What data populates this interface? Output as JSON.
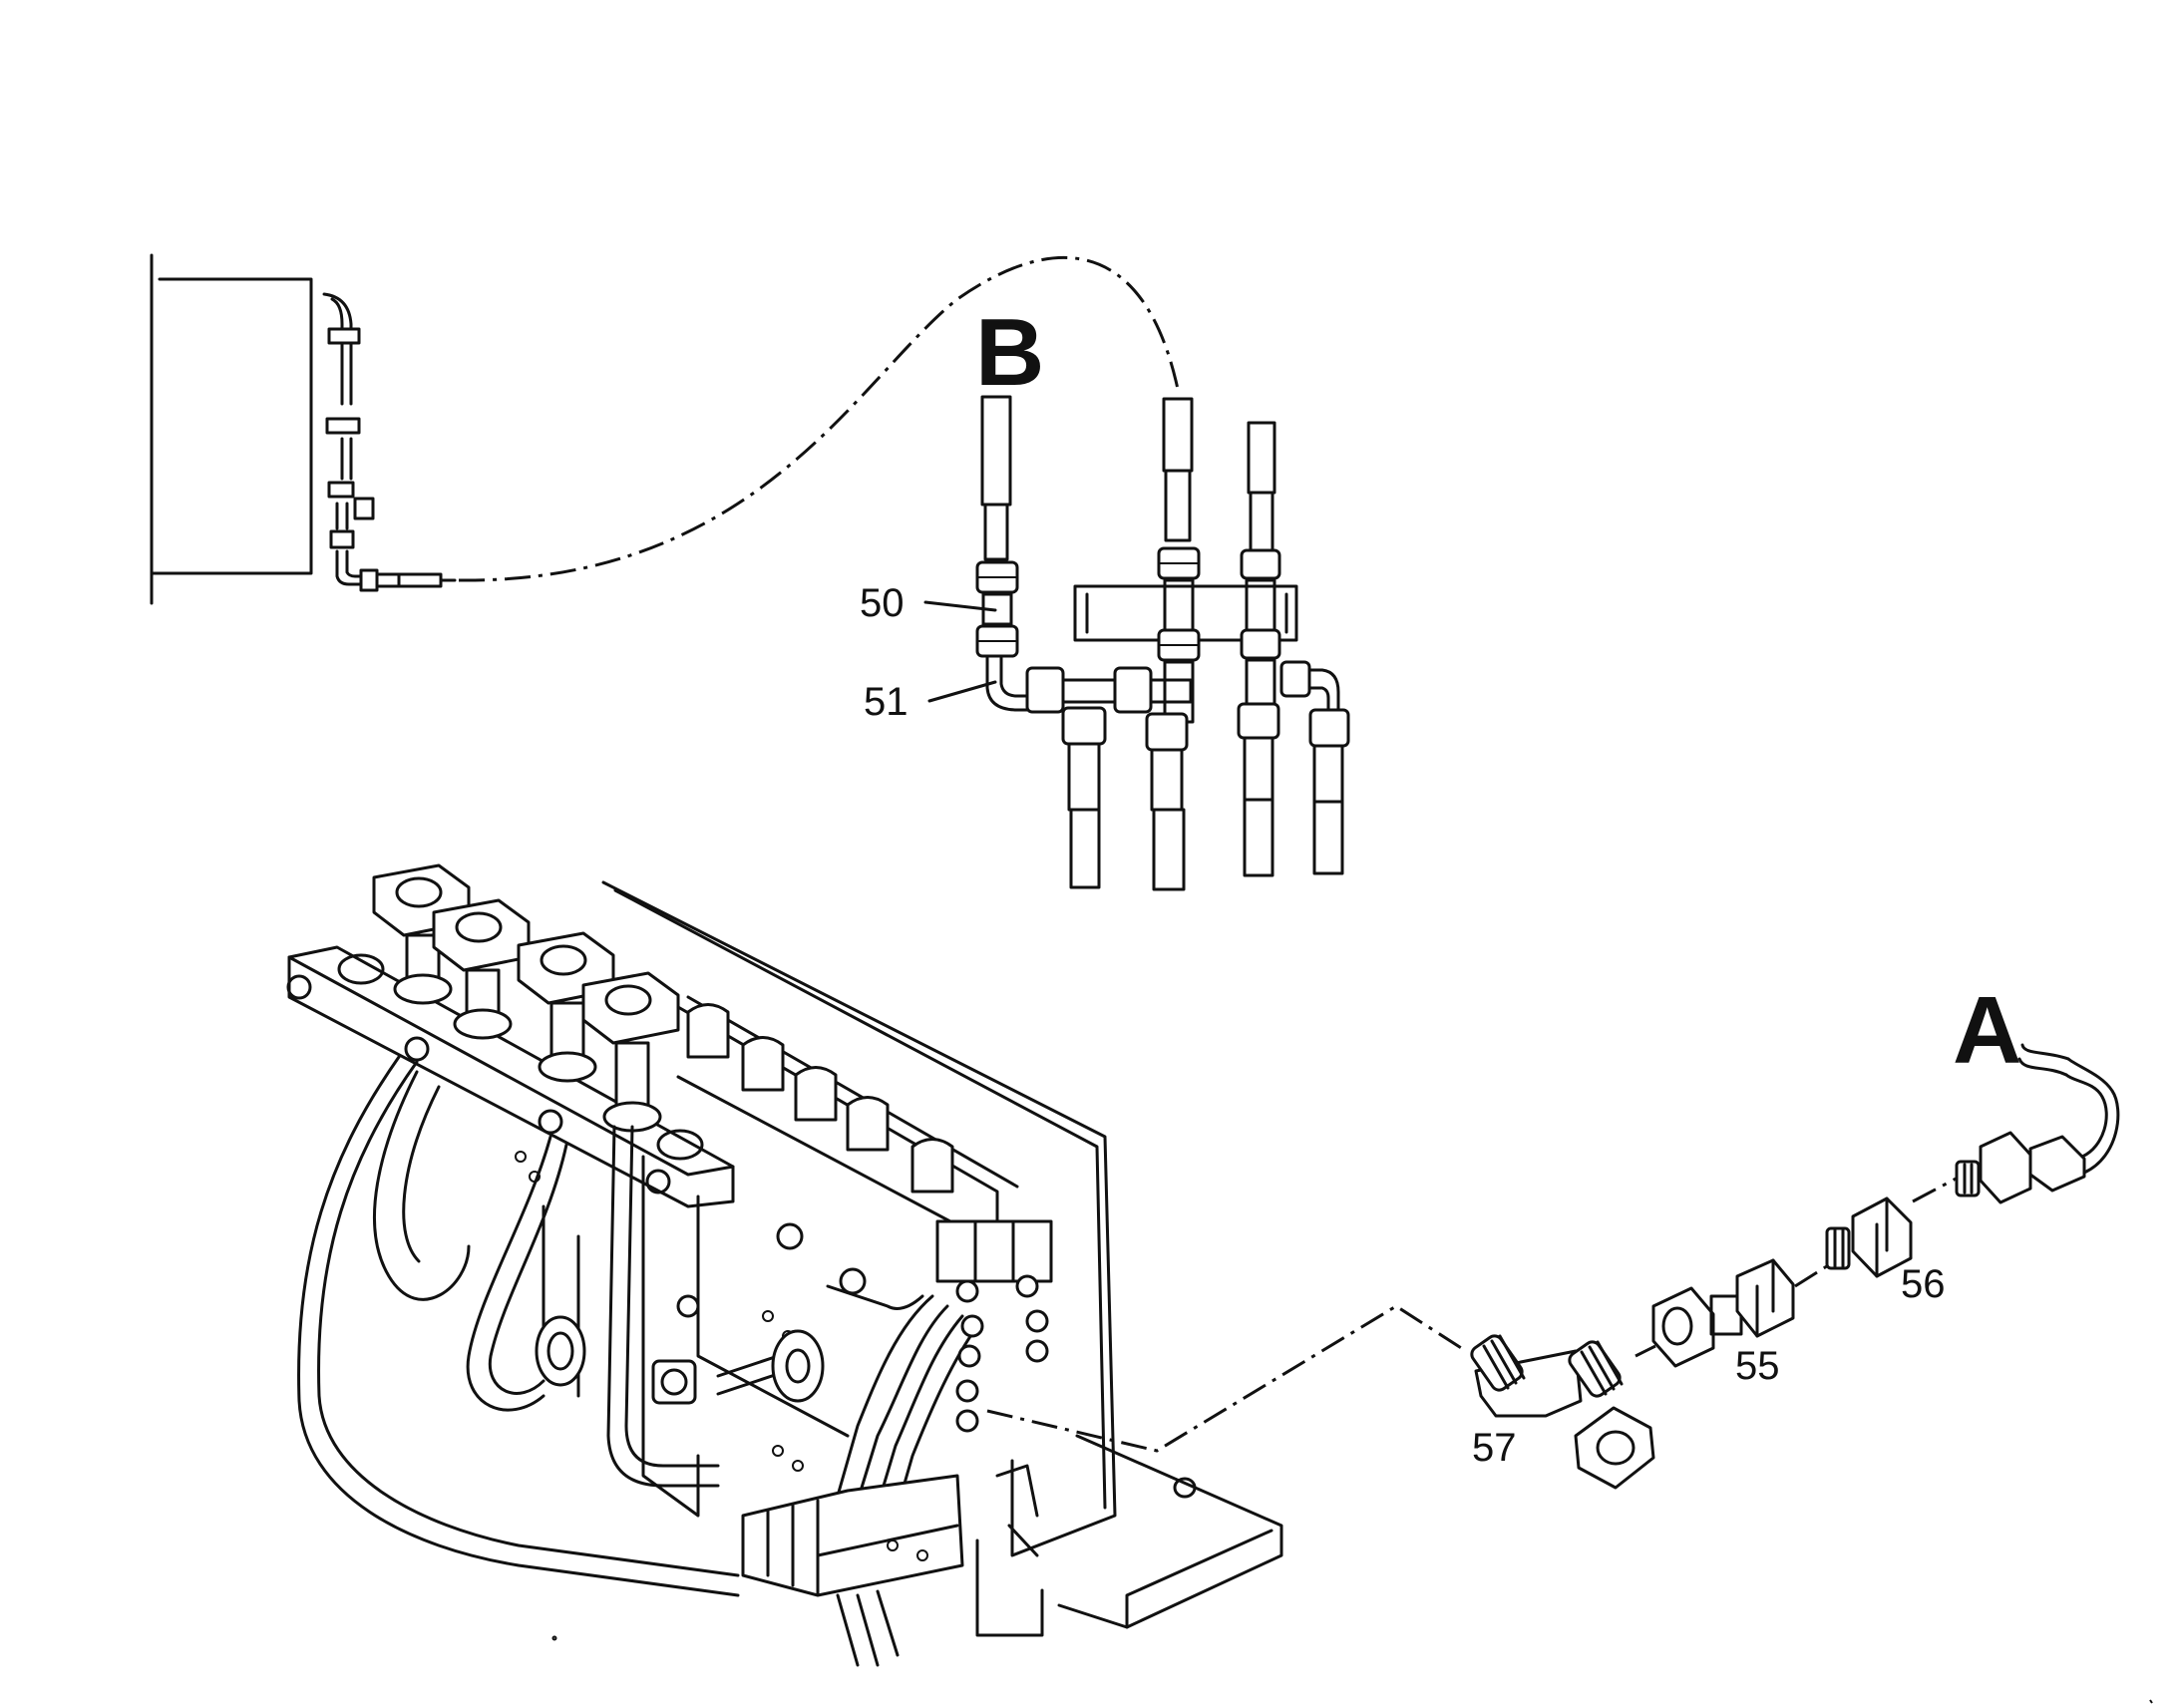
{
  "labels": {
    "view_b": "B",
    "view_a": "A",
    "p50": "50",
    "p51": "51",
    "p55": "55",
    "p56": "56",
    "p57": "57"
  }
}
